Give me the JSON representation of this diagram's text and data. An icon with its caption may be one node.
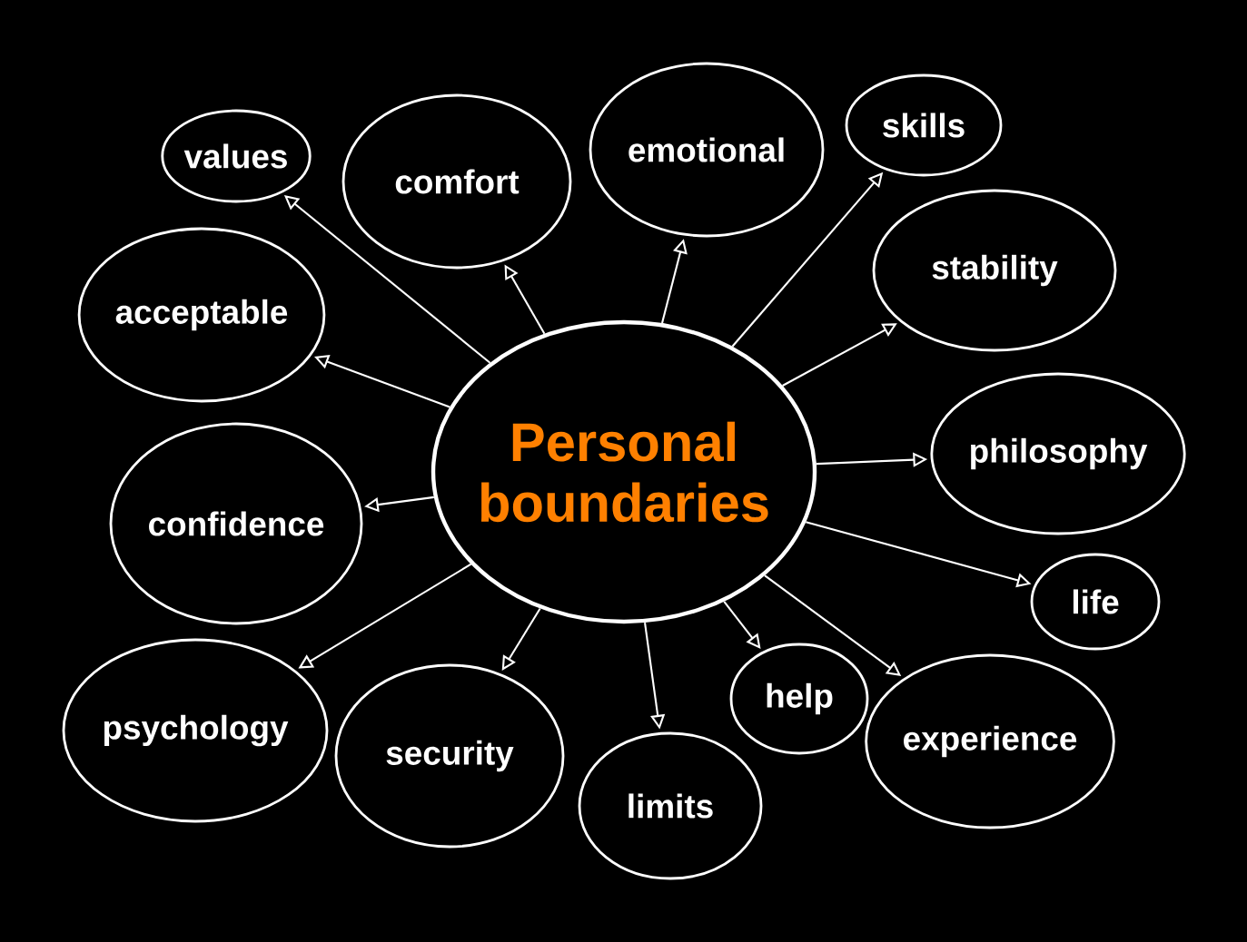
{
  "diagram": {
    "nodes": [
      {
        "text": [
          "Personal boundaries"
        ]
      },
      {
        "text": [
          "values"
        ]
      },
      {
        "text": [
          "comfort"
        ]
      },
      {
        "text": [
          "emotional"
        ]
      },
      {
        "text": [
          "skills"
        ]
      },
      {
        "text": [
          "acceptable"
        ]
      },
      {
        "text": [
          "stability"
        ]
      },
      {
        "text": [
          "philosophy"
        ]
      },
      {
        "text": [
          "confidence"
        ]
      },
      {
        "text": [
          "life"
        ]
      },
      {
        "text": [
          "psychology"
        ]
      },
      {
        "text": [
          "security"
        ]
      },
      {
        "text": [
          "help"
        ]
      },
      {
        "text": [
          "limits"
        ]
      },
      {
        "text": [
          "experience"
        ]
      }
    ],
    "edges": [
      {
        "from": 0,
        "to": 1,
        "arrow": "to"
      },
      {
        "from": 0,
        "to": 2,
        "arrow": "to"
      },
      {
        "from": 0,
        "to": 3,
        "arrow": "to"
      },
      {
        "from": 0,
        "to": 4,
        "arrow": "to"
      },
      {
        "from": 0,
        "to": 5,
        "arrow": "to"
      },
      {
        "from": 0,
        "to": 6,
        "arrow": "to"
      },
      {
        "from": 0,
        "to": 7,
        "arrow": "to"
      },
      {
        "from": 0,
        "to": 8,
        "arrow": "to"
      },
      {
        "from": 0,
        "to": 9,
        "arrow": "to"
      },
      {
        "from": 0,
        "to": 10,
        "arrow": "to"
      },
      {
        "from": 0,
        "to": 11,
        "arrow": "to"
      },
      {
        "from": 0,
        "to": 12,
        "arrow": "to"
      },
      {
        "from": 0,
        "to": 13,
        "arrow": "to"
      },
      {
        "from": 0,
        "to": 14,
        "arrow": "to"
      }
    ]
  }
}
